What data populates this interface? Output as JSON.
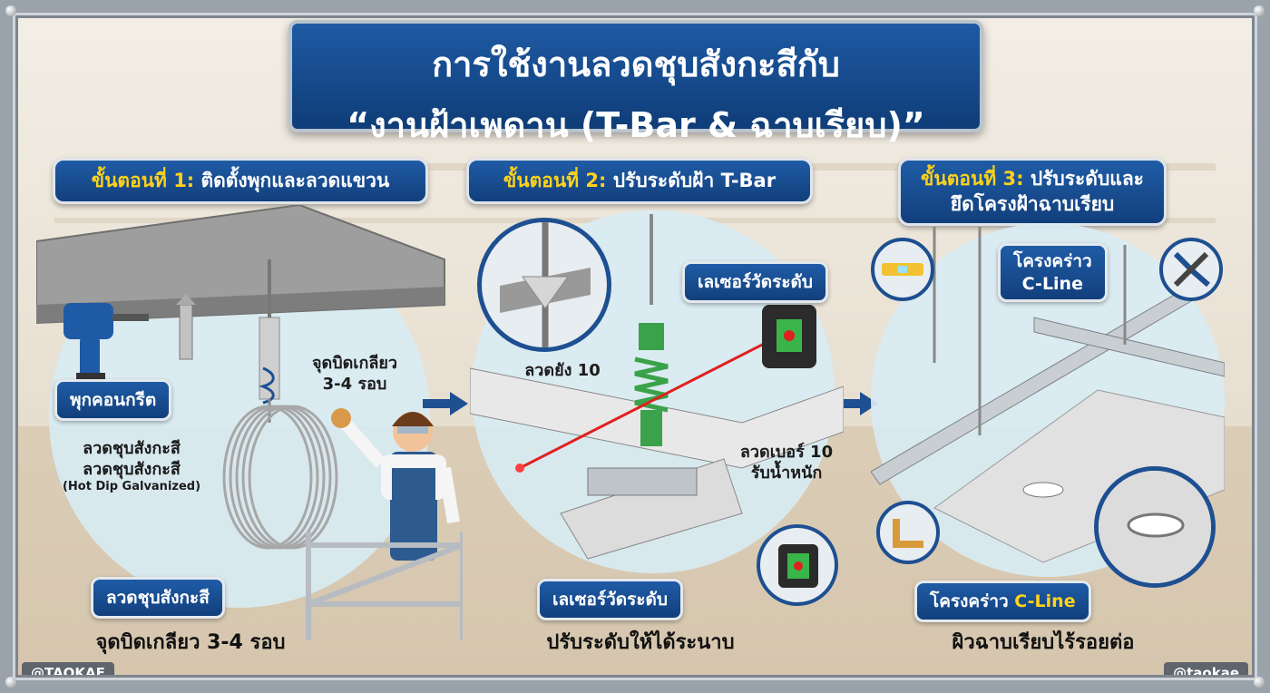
{
  "title": {
    "line1": "การใช้งานลวดชุบสังกะสีกับ",
    "line2": "“งานฝ้าเพดาน (T-Bar & ฉาบเรียบ)”"
  },
  "steps": [
    {
      "prefix": "ขั้นตอนที่ 1:",
      "text": "ติดตั้งพุกและลวดแขวน"
    },
    {
      "prefix": "ขั้นตอนที่ 2:",
      "text": "ปรับระดับฝ้า T-Bar"
    },
    {
      "prefix": "ขั้นตอนที่ 3:",
      "text": "ปรับระดับและ",
      "text2": "ยึดโครงฝ้าฉาบเรียบ"
    }
  ],
  "step1": {
    "anchor_tag": "พุกคอนกรีต",
    "twist_note_1": "จุดบิดเกลียว",
    "twist_note_2": "3-4 รอบ",
    "wire_note_1": "ลวดชุบสังกะสี",
    "wire_note_2": "ลวดชุบสังกะสี",
    "wire_note_3": "(Hot Dip Galvanized)",
    "wire_tag": "ลวดชุบสังกะสี",
    "caption": "จุดบิดเกลียว 3-4 รอบ"
  },
  "step2": {
    "laser_tag_top": "เลเซอร์วัดระดับ",
    "rod_note": "ลวดยัง 10",
    "wire_note_1": "ลวดเบอร์ 10",
    "wire_note_2": "รับน้ำหนัก",
    "laser_tag_bottom": "เลเซอร์วัดระดับ",
    "caption": "ปรับระดับให้ได้ระนาบ"
  },
  "step3": {
    "frame_tag_top_1": "โครงคร่าว",
    "frame_tag_top_2": "C-Line",
    "frame_tag_bottom_prefix": "โครงคร่าว",
    "frame_tag_bottom_y": "C-Line",
    "caption": "ผิวฉาบเรียบไร้รอยต่อ"
  },
  "brand_left": "@TAOKAE",
  "brand_right": "@taokae",
  "colors": {
    "accent_blue": "#1d4f91",
    "highlight_yellow": "#ffd21a",
    "laser_red": "#e02020",
    "level_green": "#39b54a"
  }
}
